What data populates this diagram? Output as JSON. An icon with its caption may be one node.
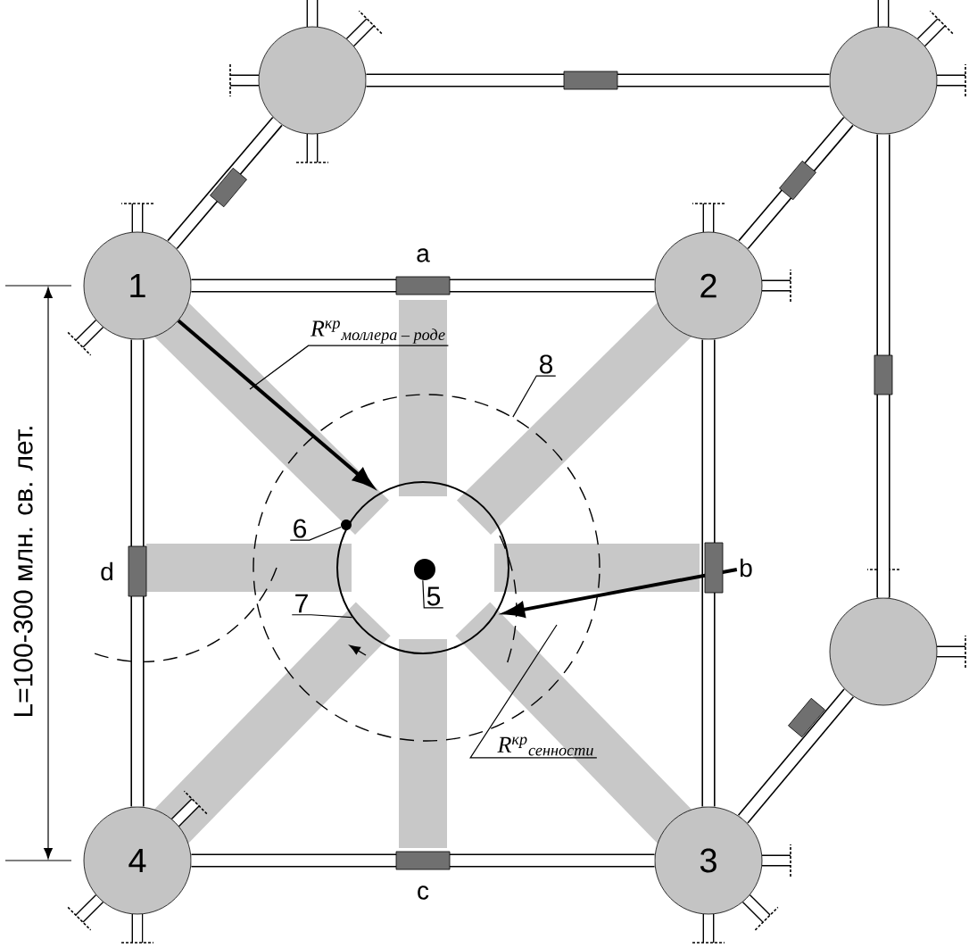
{
  "diagram": {
    "nodes": [
      {
        "text": [
          "1"
        ]
      },
      {
        "text": [
          "2"
        ]
      },
      {
        "text": [
          "3"
        ]
      },
      {
        "text": [
          "4"
        ]
      },
      {
        "text": [],
        "shape": "circle"
      },
      {
        "text": [],
        "shape": "circle"
      },
      {
        "text": [],
        "shape": "circle"
      },
      {
        "text": [
          "a"
        ]
      },
      {
        "text": [
          "b"
        ]
      },
      {
        "text": [
          "c"
        ]
      },
      {
        "text": [
          "d"
        ]
      },
      {
        "text": [
          "5"
        ],
        "in": 18
      },
      {
        "text": [
          "6"
        ],
        "in": 17
      },
      {
        "text": [
          "7"
        ],
        "in": 17
      },
      {
        "text": [
          "8"
        ]
      },
      {
        "text": [
          "R$^{кр}$$_{моллера – роде}$"
        ]
      },
      {
        "text": [
          "R$^{кр}$$_{сенности}$"
        ]
      },
      {
        "text": [],
        "shape": "circle"
      },
      {
        "text": [],
        "shape": "circle",
        "in": 17
      },
      {
        "text": [],
        "shape": "circle",
        "in": 18
      },
      {
        "text": [],
        "shape": "circle",
        "in": 17
      }
    ],
    "edges": [
      {
        "from": 0,
        "to": 1,
        "arrow": "none"
      },
      {
        "from": 1,
        "to": 2,
        "arrow": "none"
      },
      {
        "from": 2,
        "to": 3,
        "arrow": "none"
      },
      {
        "from": 3,
        "to": 0,
        "arrow": "none"
      },
      {
        "from": 0,
        "to": 4,
        "arrow": "none"
      },
      {
        "from": 4,
        "to": 5,
        "arrow": "none"
      },
      {
        "from": 1,
        "to": 5,
        "arrow": "none"
      },
      {
        "from": 5,
        "to": 6,
        "arrow": "none"
      },
      {
        "from": 6,
        "to": 2,
        "arrow": "none"
      },
      {
        "from": 0,
        "to": 18,
        "arrow": "to"
      },
      {
        "from": 8,
        "to": 18,
        "arrow": "to"
      },
      {
        "from": 11,
        "to": 19,
        "arrow": "none"
      },
      {
        "from": 12,
        "to": 20,
        "arrow": "none"
      },
      {
        "from": 13,
        "to": 18,
        "arrow": "none"
      },
      {
        "from": 14,
        "to": 17,
        "arrow": "none"
      },
      {
        "from": 15,
        "to": null,
        "arrow": "none"
      },
      {
        "from": 16,
        "to": null,
        "arrow": "none"
      }
    ],
    "labels": [
      "L=100-300 млн. св. лет."
    ]
  }
}
